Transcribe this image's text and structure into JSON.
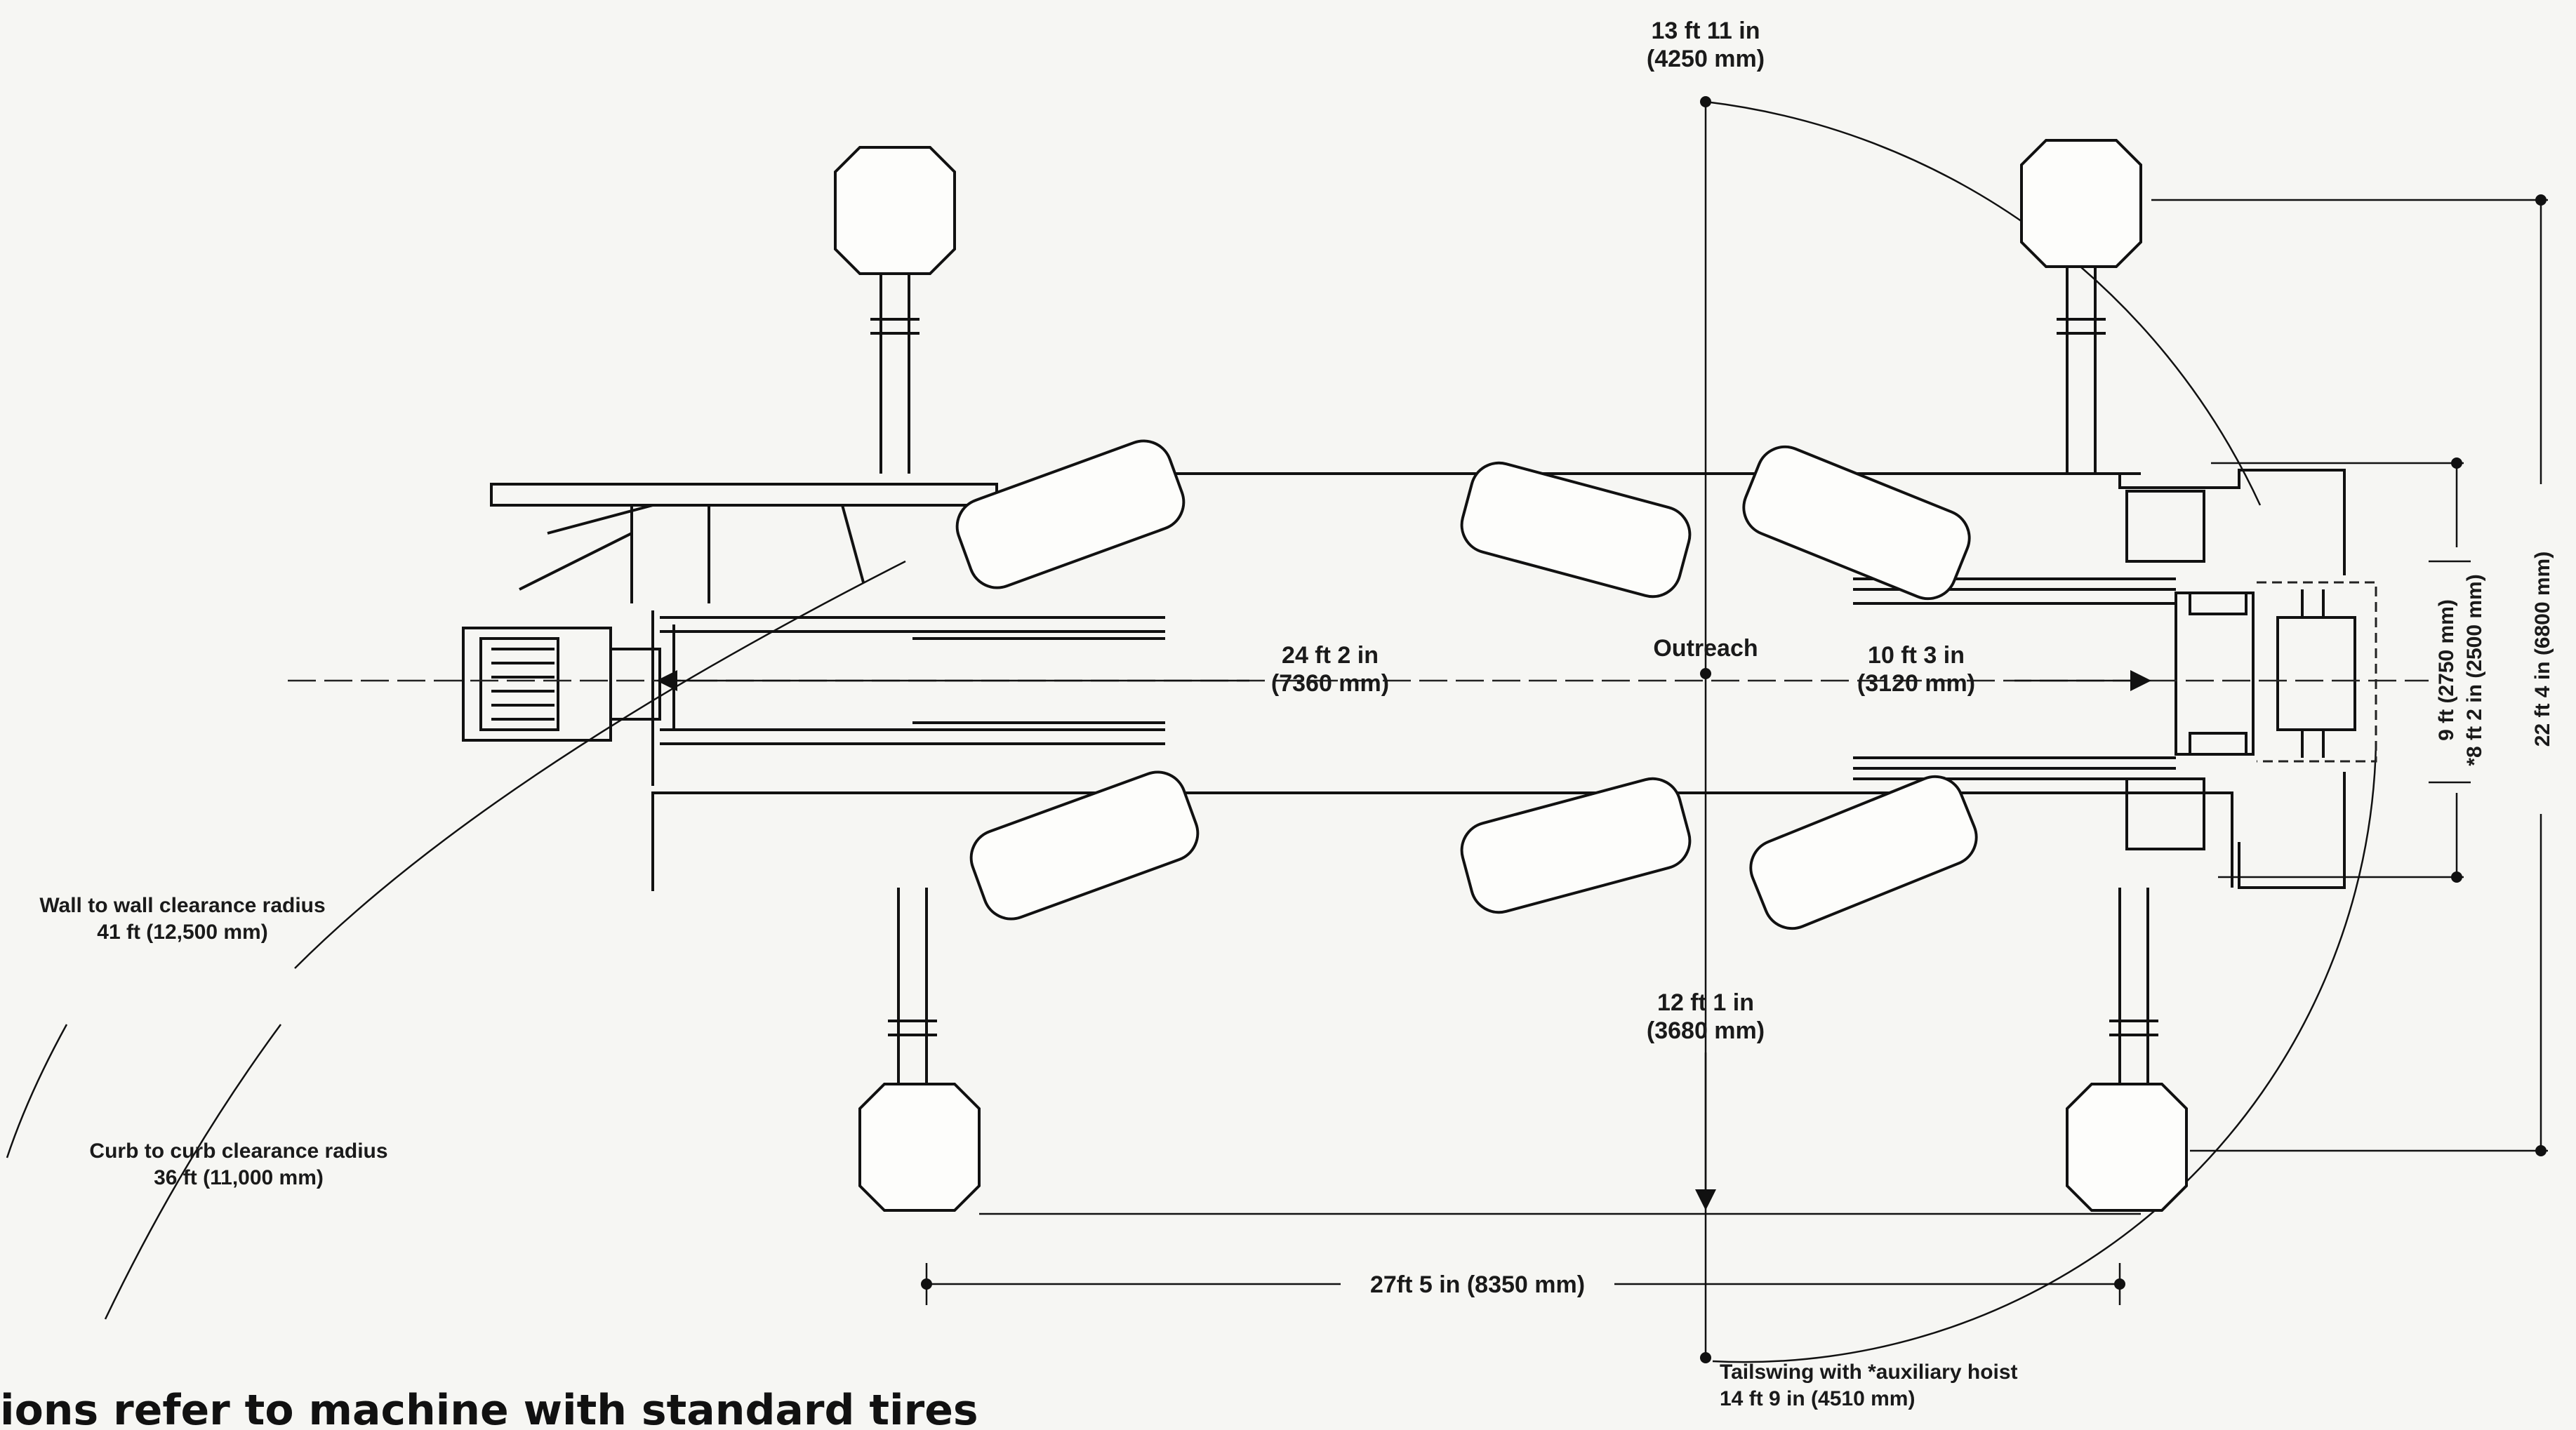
{
  "labels": {
    "top_outreach_dim": [
      "13 ft 11 in",
      "(4250 mm)"
    ],
    "boom_length": [
      "24 ft 2 in",
      "(7360 mm)"
    ],
    "outreach": "Outreach",
    "front_dim": [
      "10 ft 3 in",
      "(3120 mm)"
    ],
    "lower_outreach_dim": [
      "12 ft 1 in",
      "(3680 mm)"
    ],
    "wheelbase_span": "27ft 5 in (8350 mm)",
    "tailswing": [
      "Tailswing with *auxiliary hoist",
      "14 ft 9 in (4510 mm)"
    ],
    "wall_clearance": [
      "Wall to wall clearance radius",
      "41 ft (12,500 mm)"
    ],
    "curb_clearance": [
      "Curb to curb clearance radius",
      "36 ft (11,000 mm)"
    ],
    "width_1": "9 ft (2750 mm)",
    "width_2": "*8 ft 2 in (2500 mm)",
    "width_3": "22 ft 4 in (6800 mm)",
    "caption": "ions refer to machine with standard tires"
  },
  "colors": {
    "paper": "#f6f6f3",
    "ink": "#111111"
  }
}
